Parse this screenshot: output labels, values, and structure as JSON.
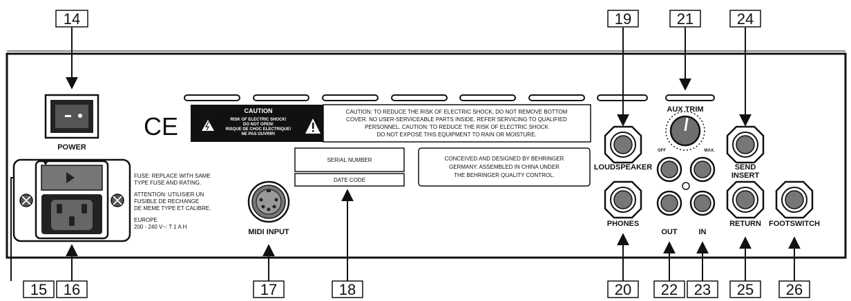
{
  "callouts": {
    "c14": "14",
    "c15": "15",
    "c16": "16",
    "c17": "17",
    "c18": "18",
    "c19": "19",
    "c20": "20",
    "c21": "21",
    "c22": "22",
    "c23": "23",
    "c24": "24",
    "c25": "25",
    "c26": "26"
  },
  "panel": {
    "ce_mark": "CE",
    "power_label": "POWER",
    "caution": {
      "title": "CAUTION",
      "line1": "RISK OF ELECTRIC SHOCK!",
      "line2": "DO NOT OPEN!",
      "line3": "RISQUE DE CHOC ELECTRIQUE!",
      "line4": "NE PAS OUVRIR!"
    },
    "caution_text": [
      "CAUTION: TO REDUCE THE RISK OF ELECTRIC SHOCK, DO NOT REMOVE BOTTOM",
      "COVER. NO USER-SERVICEABLE PARTS INSIDE. REFER SERVICING TO QUALIFIED",
      "PERSONNEL. CAUTION: TO REDUCE THE RISK OF ELECTRIC SHOCK",
      "DO NOT EXPOSE THIS EQUIPMENT TO RAIN OR MOISTURE."
    ],
    "fuse_text": [
      "FUSE: REPLACE WITH SAME",
      "TYPE FUSE AND RATING.",
      "",
      "ATTENTION: UTILISIER UN",
      "FUSIBLE DE RECHANGE",
      "DE MEME TYPE ET CALIBRE.",
      "",
      "EUROPE",
      "200 - 240 V~: T 1 A H"
    ],
    "serial_number": "SERIAL NUMBER",
    "date_code": "DATE CODE",
    "conceived_text": [
      "CONCEIVED AND DESIGNED BY BEHRINGER",
      "GERMANY. ASSEMBLED IN CHINA UNDER",
      "THE BEHRINGER QUALITY CONTROL."
    ],
    "midi_input": "MIDI INPUT",
    "loudspeaker": "LOUDSPEAKER",
    "phones": "PHONES",
    "aux_trim": "AUX TRIM",
    "off": "OFF",
    "max": "MAX.",
    "out": "OUT",
    "in": "IN",
    "send": "SEND",
    "insert": "INSERT",
    "return": "RETURN",
    "footswitch": "FOOTSWITCH"
  },
  "colors": {
    "ink": "#111111",
    "panel": "#ffffff",
    "jack": "#8a8a8a",
    "knob": "#6e6e6e"
  }
}
